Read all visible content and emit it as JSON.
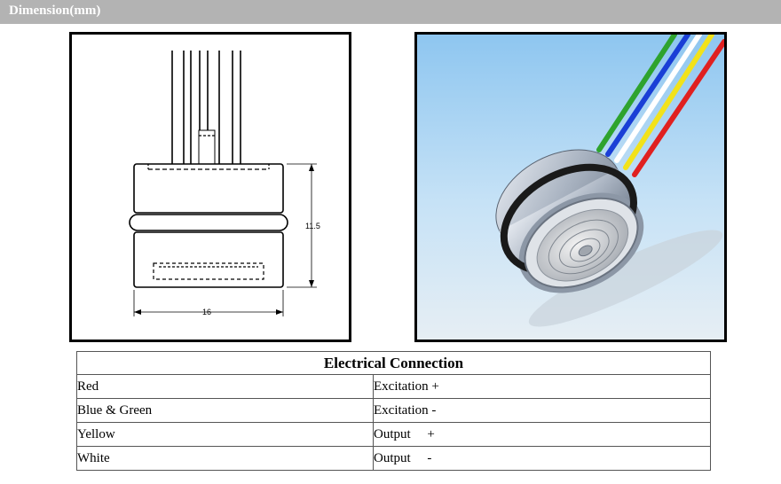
{
  "header": {
    "title": "Dimension(mm)"
  },
  "drawing": {
    "height_label": "11.5",
    "width_label": "16"
  },
  "photo": {
    "wire_colors": [
      "#2ea32e",
      "#1a3fd6",
      "#ffffff",
      "#f2e21a",
      "#e02020"
    ]
  },
  "table": {
    "title": "Electrical Connection",
    "rows": [
      {
        "wire": "Red",
        "function": "Excitation +"
      },
      {
        "wire": "Blue & Green",
        "function": "Excitation -"
      },
      {
        "wire": "Yellow",
        "function": "Output     +"
      },
      {
        "wire": "White",
        "function": "Output     -"
      }
    ]
  }
}
